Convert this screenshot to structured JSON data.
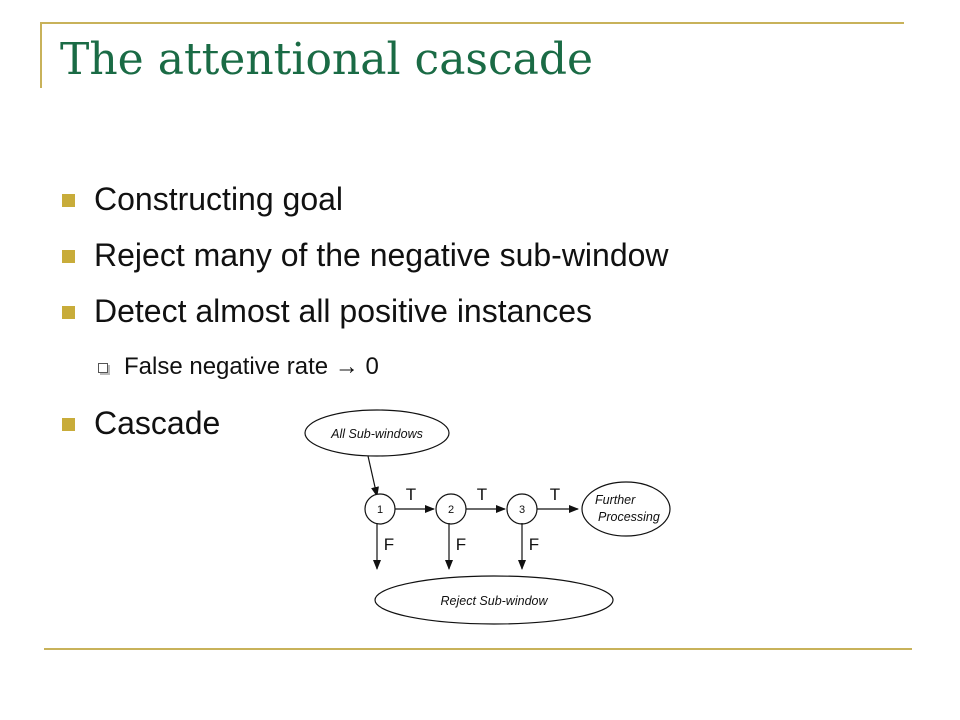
{
  "title": "The attentional cascade",
  "bullets": [
    "Constructing goal",
    "Reject many of the negative sub-window",
    "Detect almost all positive instances",
    "Cascade"
  ],
  "sub_bullets": [
    "False negative rate → 0"
  ],
  "diagram": {
    "input_label": "All Sub-windows",
    "stages": [
      "1",
      "2",
      "3"
    ],
    "true_label": "T",
    "false_label": "F",
    "further_line1": "Further",
    "further_line2": "Processing",
    "reject_label": "Reject Sub-window"
  },
  "colors": {
    "title": "#1a6b45",
    "rules": "#c8b25a",
    "bullet_marker": "#c8ac3a"
  }
}
